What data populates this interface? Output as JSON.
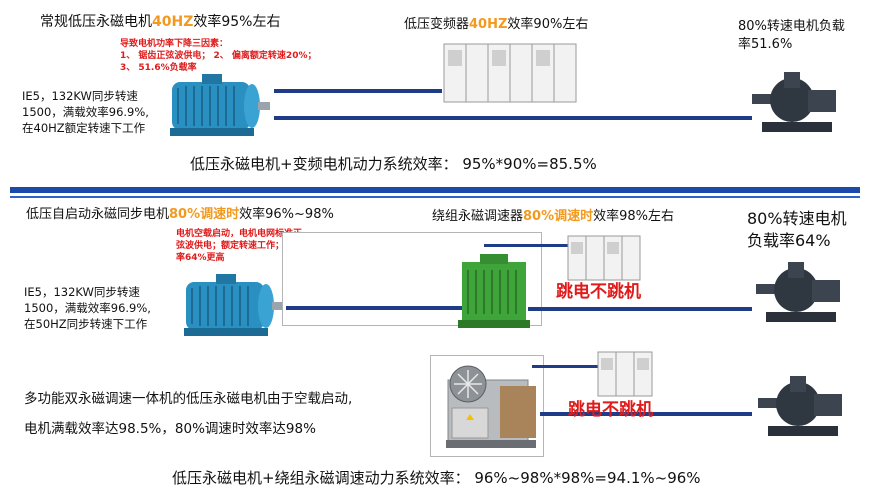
{
  "colors": {
    "wire": "#1f3c88",
    "divider": "#1c4aa8",
    "highlight": "#f29a1f",
    "alert": "#e01b1b",
    "motor": "#2a8fc1"
  },
  "section1": {
    "motor_title_prefix": "常规低压永磁电机",
    "motor_title_hl": "40HZ",
    "motor_title_suffix": "效率95%左右",
    "reasons_title": "导致电机功率下降三因素：",
    "reasons_line1": "1、 锯齿正弦波供电； 2、 偏离额定转速20%；",
    "reasons_line2": "3、 51.6%负载率",
    "spec_line1": "IE5，132KW同步转速",
    "spec_line2": "1500，满载效率96.9%,",
    "spec_line3": "在40HZ额定转速下工作",
    "vfd_prefix": "低压变频器",
    "vfd_hl": "40HZ",
    "vfd_suffix": "效率90%左右",
    "load_line1": "80%转速电机负载",
    "load_line2": "率51.6%",
    "equation": "低压永磁电机+变频电机动力系统效率：  95%*90%=85.5%"
  },
  "section2": {
    "motor_title_prefix": "低压自启动永磁同步电机",
    "motor_title_hl": "80%调速时",
    "motor_title_suffix": "效率96%~98%",
    "note_line1": "电机空载启动，电机电网标准正",
    "note_line2": "弦波供电；额定转速工作；负载",
    "note_line3": "率64%更高",
    "spec_line1": "IE5，132KW同步转速",
    "spec_line2": "1500，满载效率96.9%,",
    "spec_line3": "在50HZ同步转速下工作",
    "gov_prefix": "绕组永磁调速器",
    "gov_hl": "80%调速时",
    "gov_suffix": "效率98%左右",
    "load_line1": "80%转速电机",
    "load_line2": "负载率64%",
    "trip": "跳电不跳机"
  },
  "section3": {
    "desc_line1": "多功能双永磁调速一体机的低压永磁电机由于空载启动,",
    "desc_line2": "电机满载效率达98.5%，80%调速时效率达98%",
    "trip": "跳电不跳机",
    "equation": "低压永磁电机+绕组永磁调速动力系统效率：  96%~98%*98%=94.1%~96%"
  }
}
